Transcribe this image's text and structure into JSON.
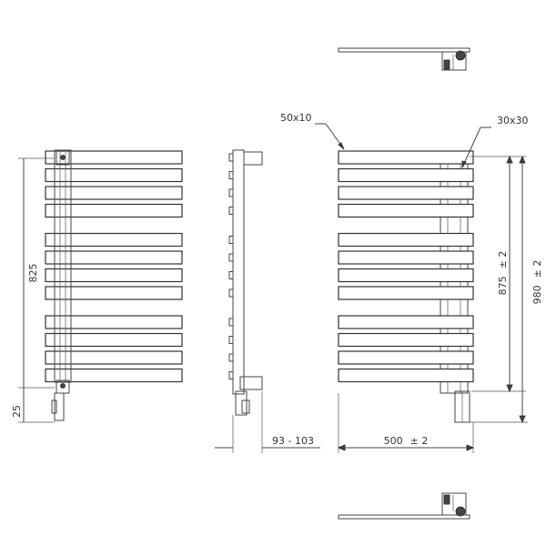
{
  "labels": {
    "tube_main": "50x10",
    "tube_collector": "30x30",
    "height_left": "825",
    "bottom_offset": "25",
    "depth": "93 - 103",
    "width": "500",
    "width_tol": "± 2",
    "axis_height": "875",
    "axis_height_tol": "± 2",
    "total_height": "980",
    "total_height_tol": "± 2"
  },
  "bar_groups": [
    4,
    4,
    4
  ],
  "colors": {
    "line": "#444444",
    "fill": "#ffffff",
    "accent_dark": "#444444"
  }
}
